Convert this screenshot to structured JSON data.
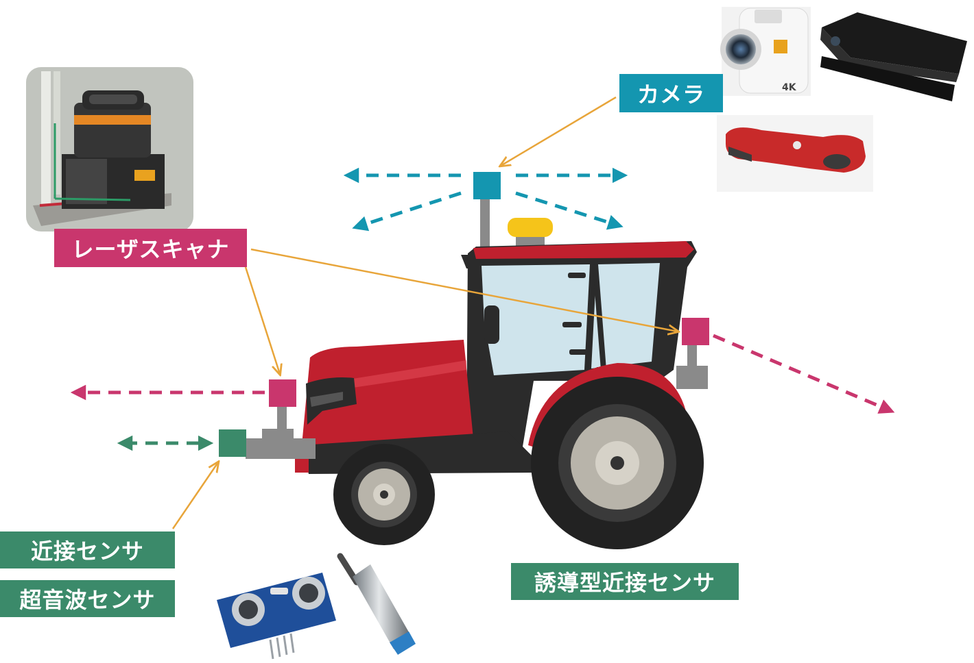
{
  "labels": {
    "camera": "カメラ",
    "laser_scanner": "レーザスキャナ",
    "proximity_sensor": "近接センサ",
    "ultrasonic_sensor": "超音波センサ",
    "inductive_proximity_sensor": "誘導型近接センサ"
  },
  "colors": {
    "camera": "#1496b0",
    "laser": "#c9366d",
    "proximity": "#3b8a6a",
    "callout_line": "#e8a53a",
    "tractor_body": "#c0202e",
    "tractor_dark": "#2b2b2b",
    "mount_gray": "#8a8a8a"
  },
  "icons": [
    "laser-scanner-photo",
    "360-camera-photo",
    "depth-camera-photo",
    "stereo-camera-photo",
    "ultrasonic-module-photo",
    "inductive-sensor-photo",
    "tractor-illustration"
  ]
}
